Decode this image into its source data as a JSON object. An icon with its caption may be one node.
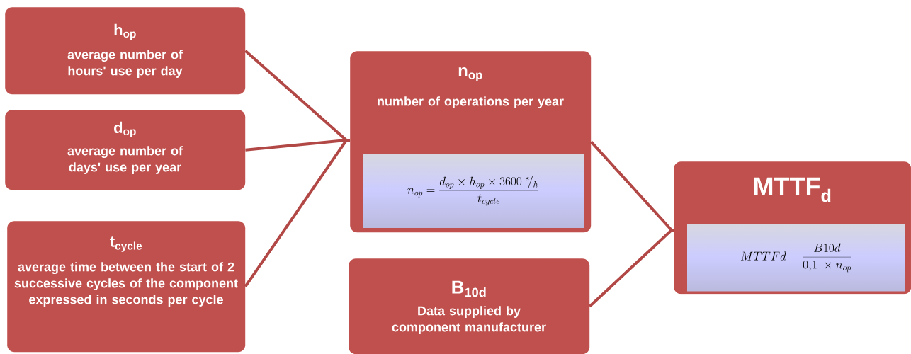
{
  "diagram": {
    "nodes": [
      {
        "text": [
          "h$_{op}$",
          "average number of hours' use per day"
        ]
      },
      {
        "text": [
          "d$_{op}$",
          "average number of days' use per year"
        ]
      },
      {
        "text": [
          "t$_{cycle}$",
          "average time between the start of 2 successive cycles of the component  expressed in seconds per cycle"
        ]
      },
      {
        "text": [
          "n$_{op}$",
          "number of operations per year",
          "n_{op} = \\frac{d_{op}\\times h_{op}\\times 3600\\;{}^{s}\\!/_{h}}{t_{cycle}}"
        ]
      },
      {
        "text": [
          "B$_{10d}$",
          "Data supplied by component manufacturer"
        ]
      },
      {
        "text": [
          "MTTF$_{d}$",
          "MTTFd = \\frac{B10d}{0{,}1\\ \\times n_{op}}"
        ]
      }
    ],
    "edges": [
      {
        "from": 0,
        "to": 3,
        "arrow": "none"
      },
      {
        "from": 1,
        "to": 3,
        "arrow": "none"
      },
      {
        "from": 2,
        "to": 3,
        "arrow": "none"
      },
      {
        "from": 3,
        "to": 5,
        "arrow": "none"
      },
      {
        "from": 4,
        "to": 5,
        "arrow": "none"
      }
    ]
  }
}
